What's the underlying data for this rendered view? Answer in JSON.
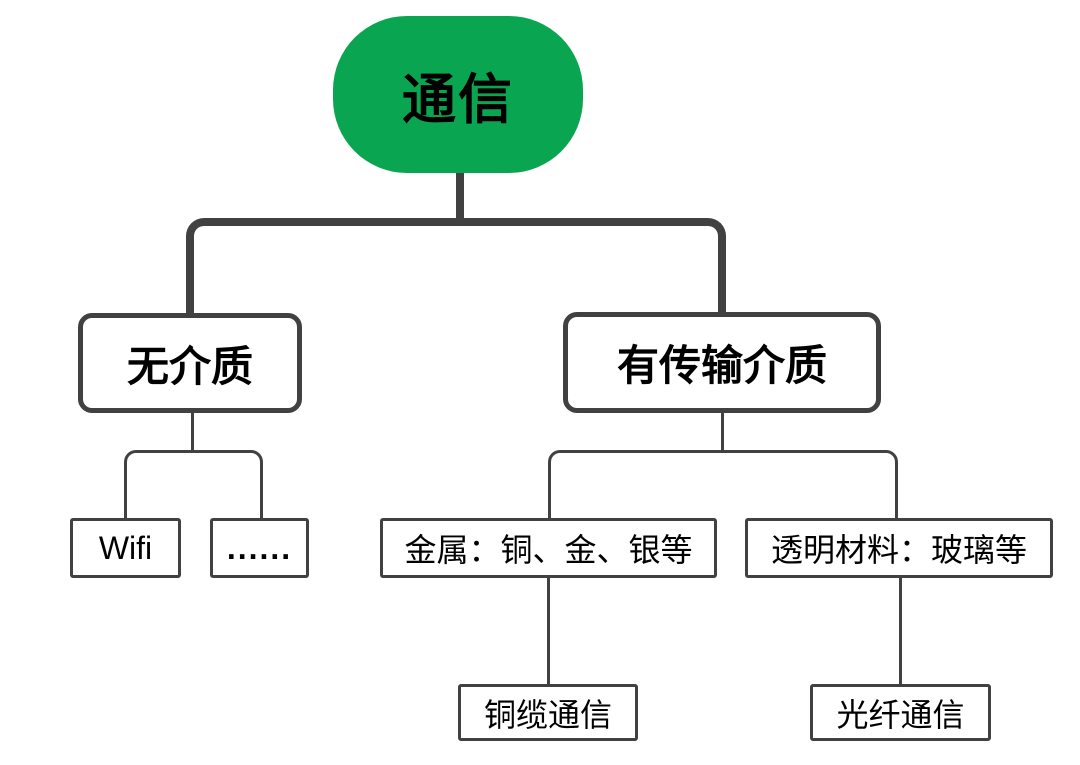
{
  "diagram": {
    "type": "tree",
    "colors": {
      "root_background": "#0aa550",
      "line": "#414141",
      "text": "#000000",
      "node_background": "#ffffff"
    },
    "tree": {
      "root": {
        "label": "通信"
      },
      "children": [
        {
          "label": "无介质",
          "children": [
            {
              "label": "Wifi"
            },
            {
              "label": "......"
            }
          ]
        },
        {
          "label": "有传输介质",
          "children": [
            {
              "label": "金属：铜、金、银等",
              "children": [
                {
                  "label": "铜缆通信"
                }
              ]
            },
            {
              "label": "透明材料：玻璃等",
              "children": [
                {
                  "label": "光纤通信"
                }
              ]
            }
          ]
        }
      ]
    }
  }
}
